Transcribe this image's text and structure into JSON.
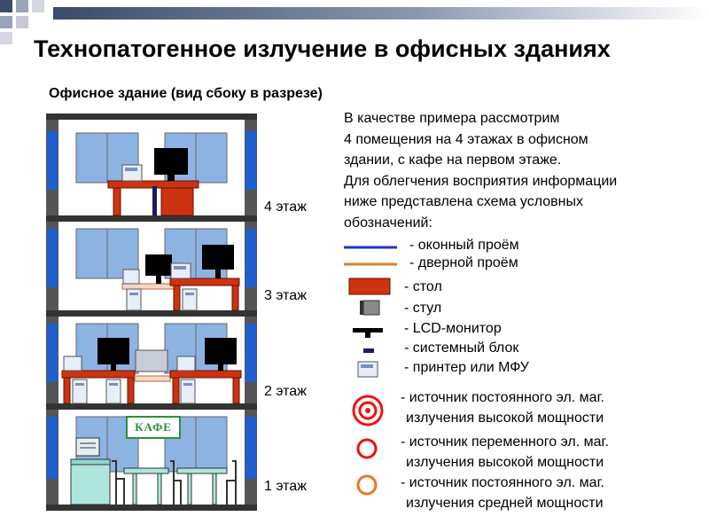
{
  "title": "Технопатогенное излучение в офисных зданиях",
  "subtitle": "Офисное здание (вид сбоку в разрезе)",
  "intro_lines": [
    "В качестве примера рассмотрим",
    "4 помещения на 4 этажах в офисном",
    "здании, с кафе на первом этаже.",
    "Для облегчения восприятия информации",
    "ниже представлена схема условных",
    "обозначений:"
  ],
  "floors": {
    "f4": "4 этаж",
    "f3": "3 этаж",
    "f2": "2 этаж",
    "f1": "1 этаж"
  },
  "cafe_sign": "КАФЕ",
  "legend": {
    "window": "- оконный проём",
    "door": "- дверной проём",
    "table": "- стол",
    "chair": "- стул",
    "monitor": "- LCD-монитор",
    "system_unit": "- системный блок",
    "printer": "- принтер или МФУ",
    "src_const_high": [
      "- источник постоянного эл. маг.",
      "излучения высокой мощности"
    ],
    "src_var_high": [
      "- источник переменного эл. маг.",
      "излучения высокой мощности"
    ],
    "src_const_med": [
      "- источник постоянного эл. маг.",
      "излучения средней мощности"
    ]
  },
  "colors": {
    "window": "#8DB3E2",
    "window_line": "#2233CC",
    "door": "#D9822B",
    "table": "#CC3311",
    "cafe_table": "#AEE6DD",
    "wall": "#555555",
    "side_window": "#1F5FD0",
    "source_red": "#EE1111",
    "source_orange": "#EE7722"
  }
}
